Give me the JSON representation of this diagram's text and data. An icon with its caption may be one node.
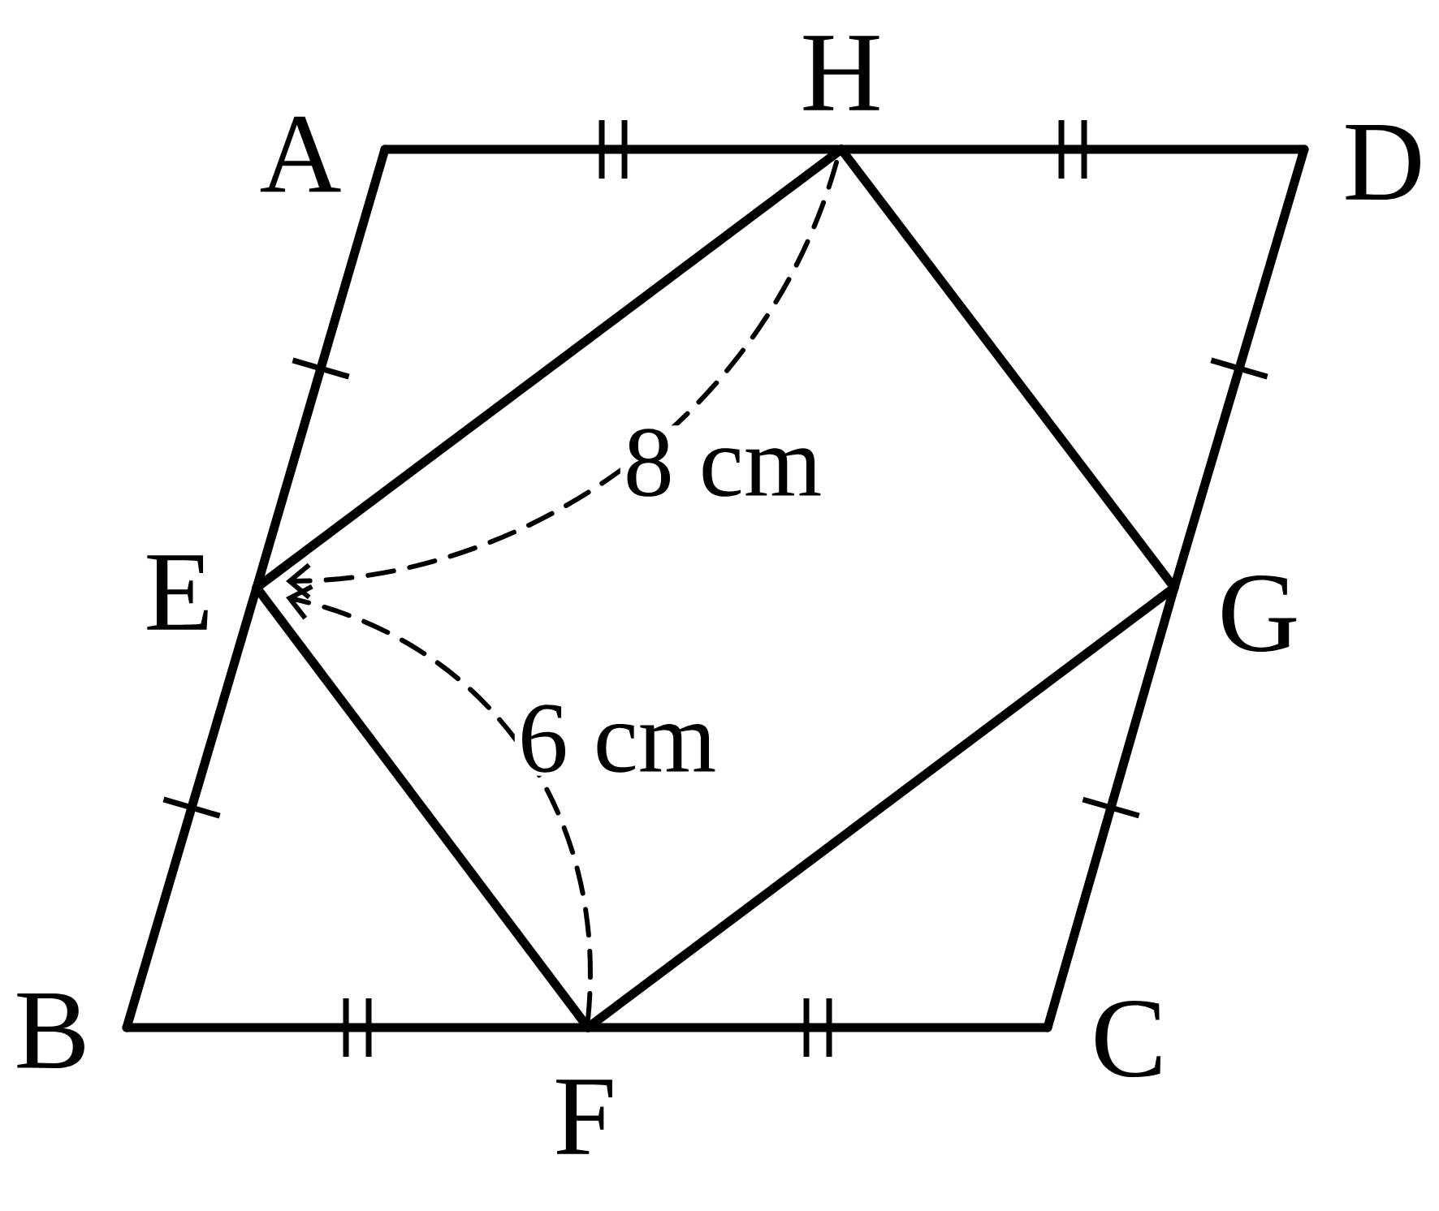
{
  "diagram": {
    "nodes": [
      {
        "text": [
          "A"
        ]
      },
      {
        "text": [
          "H"
        ]
      },
      {
        "text": [
          "D"
        ]
      },
      {
        "text": [
          "E"
        ]
      },
      {
        "text": [
          "G"
        ]
      },
      {
        "text": [
          "B"
        ]
      },
      {
        "text": [
          "F"
        ]
      },
      {
        "text": [
          "C"
        ]
      }
    ],
    "edges": [
      {
        "from": 0,
        "to": 1,
        "arrow": "none"
      },
      {
        "from": 1,
        "to": 2,
        "arrow": "none"
      },
      {
        "from": 2,
        "to": 4,
        "arrow": "none"
      },
      {
        "from": 4,
        "to": 7,
        "arrow": "none"
      },
      {
        "from": 7,
        "to": 6,
        "arrow": "none"
      },
      {
        "from": 6,
        "to": 5,
        "arrow": "none"
      },
      {
        "from": 5,
        "to": 3,
        "arrow": "none"
      },
      {
        "from": 3,
        "to": 0,
        "arrow": "none"
      },
      {
        "from": 3,
        "to": 1,
        "arrow": "none"
      },
      {
        "from": 1,
        "to": 4,
        "arrow": "none"
      },
      {
        "from": 4,
        "to": 6,
        "arrow": "none"
      },
      {
        "from": 6,
        "to": 3,
        "arrow": "none"
      }
    ],
    "labels": [
      "8 cm",
      "6 cm"
    ]
  }
}
